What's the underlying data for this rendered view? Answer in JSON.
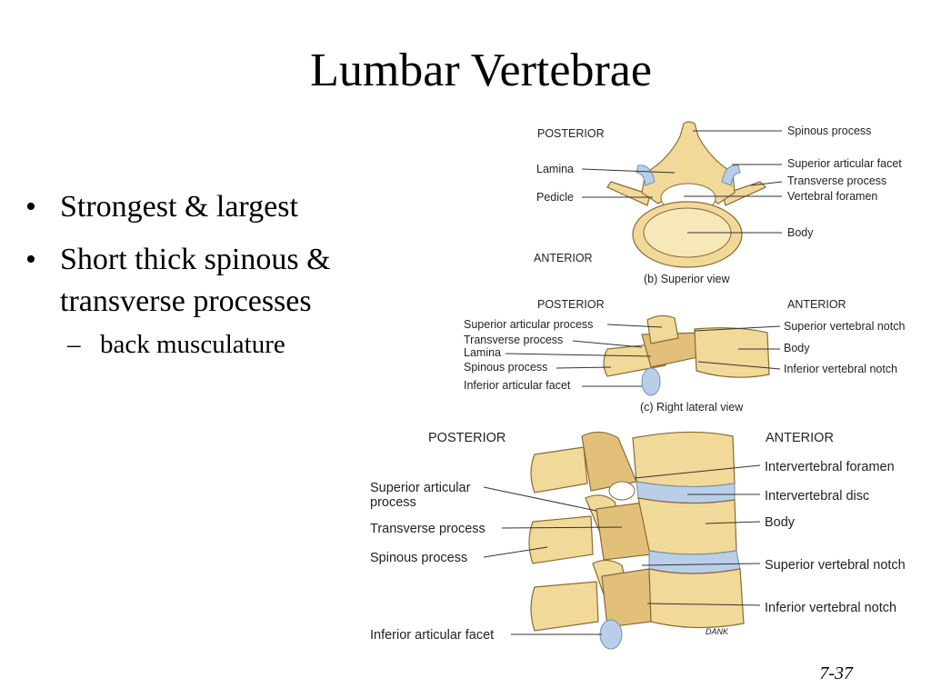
{
  "slide": {
    "title": "Lumbar Vertebrae",
    "bullets": [
      {
        "text": "Strongest & largest"
      },
      {
        "text": "Short thick spinous & transverse processes"
      }
    ],
    "sub_bullets": [
      {
        "text": "back musculature"
      }
    ],
    "bullet_glyph": "•",
    "dash_glyph": "–",
    "page_number": "7-37"
  },
  "figure_b": {
    "posterior": "POSTERIOR",
    "anterior": "ANTERIOR",
    "caption": "(b) Superior view",
    "labels": {
      "spinous_process": "Spinous process",
      "superior_articular_facet": "Superior articular facet",
      "transverse_process": "Transverse process",
      "vertebral_foramen": "Vertebral foramen",
      "body": "Body",
      "lamina": "Lamina",
      "pedicle": "Pedicle"
    }
  },
  "figure_c": {
    "posterior": "POSTERIOR",
    "anterior": "ANTERIOR",
    "caption": "(c) Right lateral view",
    "labels": {
      "superior_articular_process": "Superior articular process",
      "transverse_process": "Transverse process",
      "lamina": "Lamina",
      "spinous_process": "Spinous process",
      "inferior_articular_facet": "Inferior articular facet",
      "superior_vertebral_notch": "Superior vertebral notch",
      "body": "Body",
      "inferior_vertebral_notch": "Inferior vertebral notch"
    }
  },
  "figure_d": {
    "posterior": "POSTERIOR",
    "anterior": "ANTERIOR",
    "artist": "DANK",
    "labels": {
      "superior_articular_process_1": "Superior articular",
      "superior_articular_process_2": "process",
      "transverse_process": "Transverse process",
      "spinous_process": "Spinous process",
      "inferior_articular_facet": "Inferior articular facet",
      "intervertebral_foramen": "Intervertebral foramen",
      "intervertebral_disc": "Intervertebral disc",
      "body": "Body",
      "superior_vertebral_notch": "Superior vertebral notch",
      "inferior_vertebral_notch": "Inferior vertebral notch"
    }
  },
  "colors": {
    "bone": "#f1d999",
    "bone_shadow": "#e3c07a",
    "cartilage": "#b9cfe8",
    "text": "#000000"
  }
}
